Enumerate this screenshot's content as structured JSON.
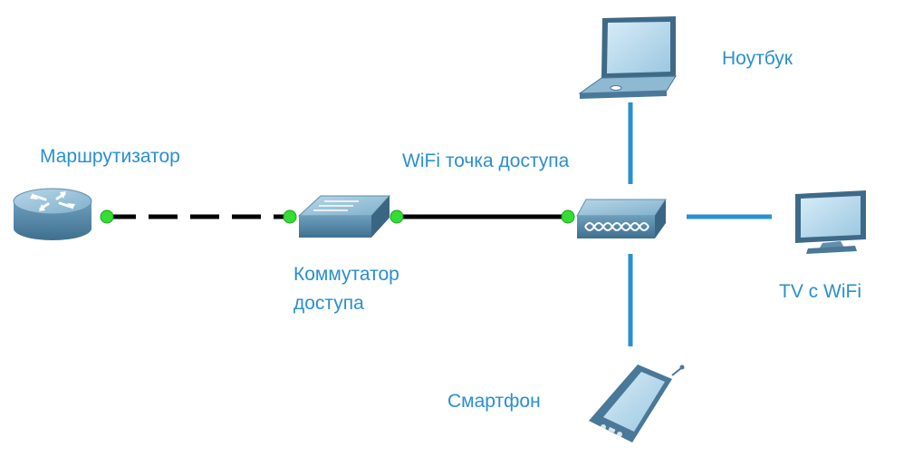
{
  "labels": {
    "router": "Маршрутизатор",
    "switch_line1": "Коммутатор",
    "switch_line2": "доступа",
    "access_point": "WiFi точка доступа",
    "laptop": "Ноутбук",
    "tv": "TV с WiFi",
    "smartphone": "Смартфон"
  },
  "colors": {
    "label": "#2a8fd0",
    "wireless_link": "#2a8fd0",
    "wired_link": "#000000",
    "link_endpoint": "#33dd33",
    "device_blue": "#7fb0cc",
    "device_dark": "#4a7898"
  },
  "icons": {
    "router": "router-icon",
    "switch": "switch-icon",
    "access_point": "access-point-icon",
    "laptop": "laptop-icon",
    "tv": "tv-icon",
    "smartphone": "smartphone-icon"
  }
}
